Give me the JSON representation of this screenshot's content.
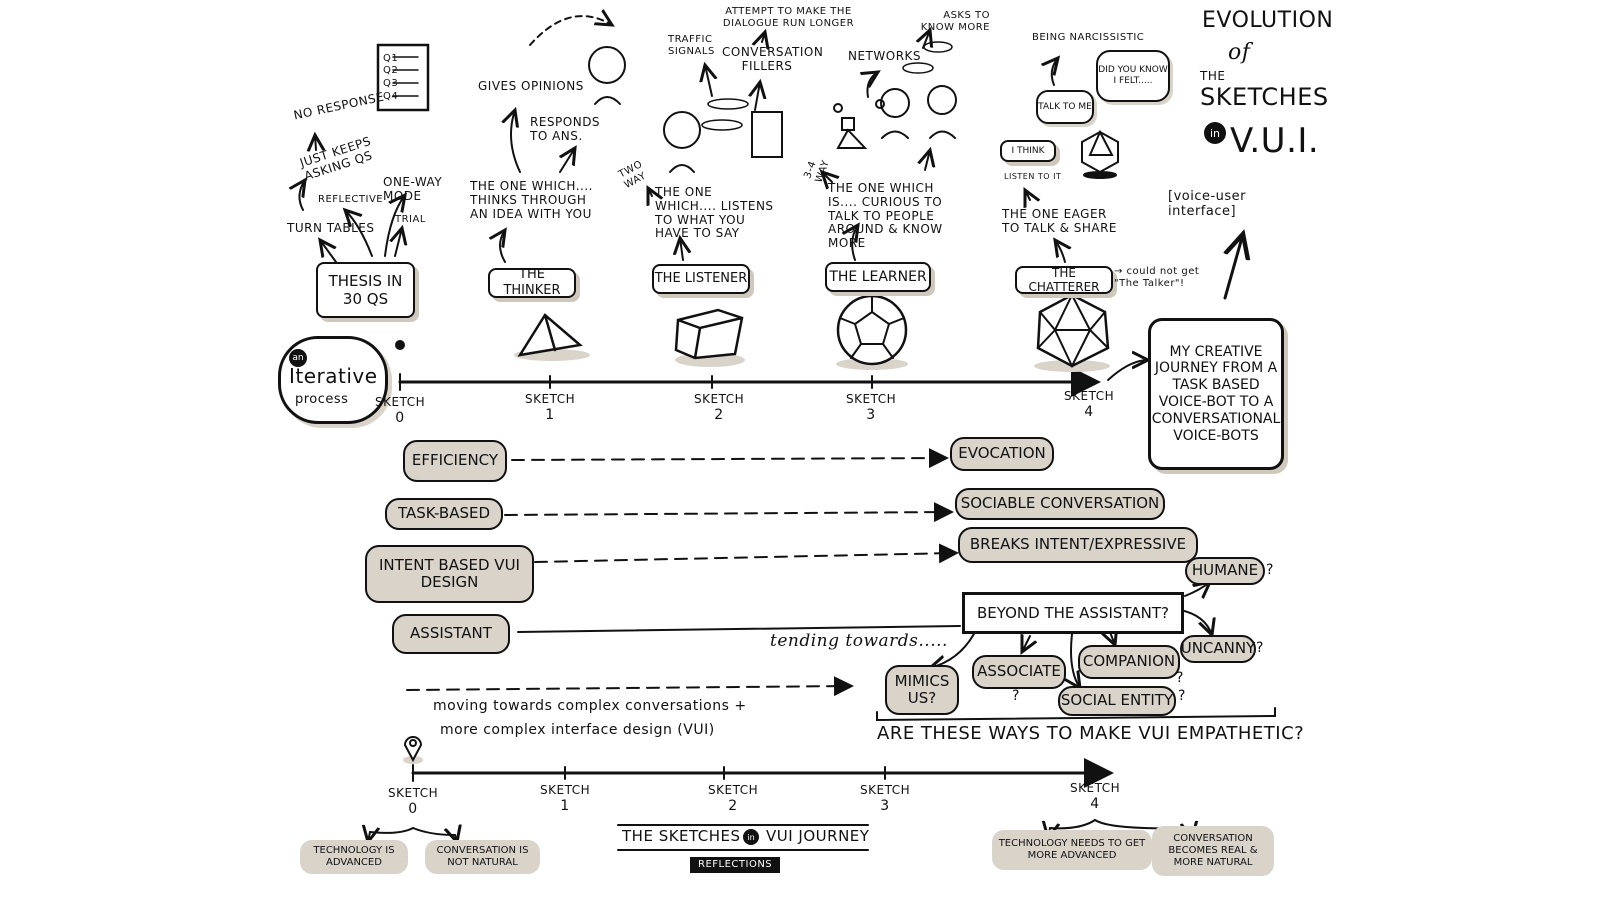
{
  "title": {
    "evolution": "EVOLUTION",
    "of": "of",
    "the": "THE",
    "sketches": "SKETCHES",
    "in": "in",
    "vui": "V.U.I.",
    "vui_expansion": "[voice-user interface]"
  },
  "intro_bubble": {
    "an": "an",
    "iterative": "Iterative",
    "process": "process"
  },
  "conclusion_box": "My creative journey from a task based voice-bot to a conversational voice-bots",
  "sketches": {
    "thesis": {
      "name": "THESIS IN 30 Qs",
      "notes": [
        "no response",
        "just keeps asking Qs",
        "Reflective",
        "one-way mode",
        "turn tables",
        "trial"
      ],
      "doc_lines": [
        "Q1",
        "Q2",
        "Q3",
        "Q4"
      ]
    },
    "thinker": {
      "name": "THE THINKER",
      "desc": "THE ONE WHICH.... THINKS THROUGH AN IDEA WITH YOU",
      "notes": [
        "Gives opinions",
        "Responds to Ans."
      ]
    },
    "listener": {
      "name": "THE LISTENER",
      "desc": "THE ONE WHICH.... LISTENS TO WHAT YOU HAVE TO SAY",
      "notes": [
        "Two way",
        "Traffic signals",
        "Conversation fillers",
        "Attempt to make the dialogue run longer"
      ]
    },
    "learner": {
      "name": "THE LEARNER",
      "desc": "THE ONE WHICH IS.... CURIOUS TO TALK TO PEOPLE AROUND & KNOW MORE",
      "notes": [
        "3-4 way",
        "Networks",
        "Asks to know more"
      ]
    },
    "chatterer": {
      "name": "THE CHATTERER",
      "desc": "THE ONE EAGER TO TALK & SHARE",
      "notes": [
        "Being narcissistic",
        "Talk to me",
        "Did you know I felt.....",
        "I think",
        "Listen to it"
      ],
      "aside": "→ could not get \"The Talker\"!"
    }
  },
  "timeline_top": [
    {
      "label": "SKETCH",
      "number": "0"
    },
    {
      "label": "SKETCH",
      "number": "1"
    },
    {
      "label": "SKETCH",
      "number": "2"
    },
    {
      "label": "SKETCH",
      "number": "3"
    },
    {
      "label": "SKETCH",
      "number": "4"
    }
  ],
  "comparisons": [
    {
      "from": "Efficiency",
      "to": "Evocation"
    },
    {
      "from": "Task-Based",
      "to": "Sociable Conversation"
    },
    {
      "from": "Intent based VUI Design",
      "to": "Breaks intent/expressive"
    },
    {
      "from": "Assistant",
      "to": "Beyond the Assistant?"
    }
  ],
  "beyond": {
    "tending": "tending towards.....",
    "options": [
      "Humane",
      "Uncanny",
      "Companion",
      "Associate",
      "Social entity",
      "Mimics us?"
    ],
    "question_mark": "?",
    "question": "ARE THESE WAYS TO MAKE VUI EMPATHETIC?"
  },
  "moving_towards": {
    "line1": "moving towards complex conversations +",
    "line2": "more complex interface design (VUI)"
  },
  "timeline_bottom": [
    {
      "label": "SKETCH",
      "number": "0"
    },
    {
      "label": "SKETCH",
      "number": "1"
    },
    {
      "label": "SKETCH",
      "number": "2"
    },
    {
      "label": "SKETCH",
      "number": "3"
    },
    {
      "label": "SKETCH",
      "number": "4"
    }
  ],
  "reflections": {
    "journey_title_a": "THE SKETCHES",
    "journey_in": "in",
    "journey_title_b": "VUI JOURNEY",
    "label": "REFLECTIONS",
    "start": [
      "Technology is advanced",
      "Conversation is not natural"
    ],
    "end": [
      "Technology needs to get more advanced",
      "Conversation becomes real & more natural"
    ]
  },
  "colors": {
    "ink": "#111111",
    "shadow": "#d9d3ca",
    "paper": "#ffffff"
  }
}
